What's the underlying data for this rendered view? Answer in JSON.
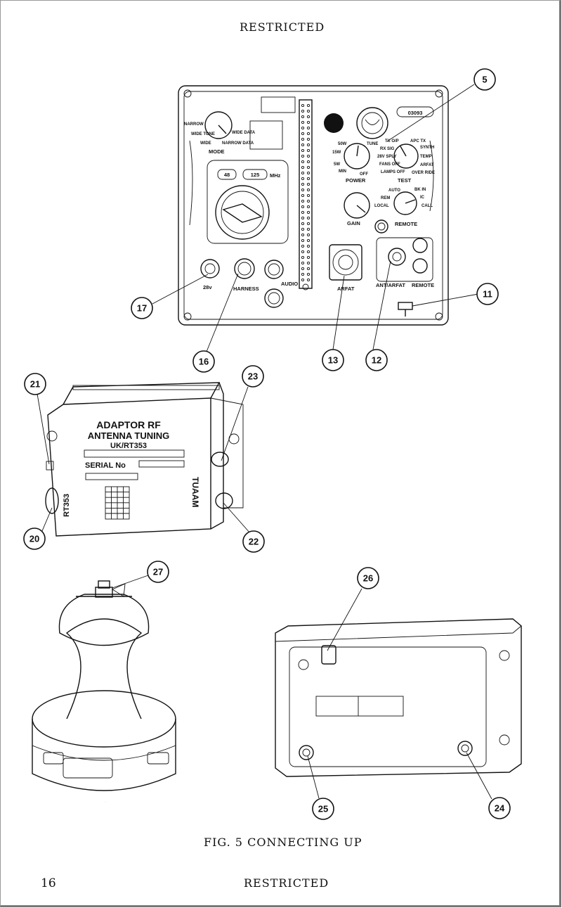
{
  "header": {
    "classification": "RESTRICTED"
  },
  "footer": {
    "page_number": "16",
    "classification": "RESTRICTED"
  },
  "figure": {
    "caption": "FIG. 5  CONNECTING UP",
    "panel": {
      "serial_plate": "03093",
      "mode_label": "MODE",
      "mode_positions": [
        "NARROW",
        "WIDE TONE",
        "WIDE",
        "WIDE DATA",
        "NARROW DATA"
      ],
      "freq_digits_a": "48",
      "freq_digits_b": "125",
      "freq_unit": "MHz",
      "power_label": "POWER",
      "power_positions": [
        "50W",
        "15W",
        "5W",
        "MIN",
        "OFF",
        "TUNE"
      ],
      "test_label": "TEST",
      "test_positions": [
        "TX O/P",
        "APC TX",
        "RX SIG",
        "SYNTH",
        "28V SPLY",
        "TEMP",
        "FANS OFF",
        "ARFAT",
        "LAMPS OFF",
        "OVER RIDE"
      ],
      "gain_label": "GAIN",
      "remote_label": "REMOTE",
      "remote_positions": [
        "AUTO",
        "BK IN",
        "REM",
        "IC",
        "LOCAL",
        "CALL"
      ],
      "power_connector_label": "28v",
      "harness_label": "HARNESS",
      "audio_label": "AUDIO",
      "arfat_label": "ARFAT",
      "ant_arfat_label": "ANT/ARFAT",
      "remote_socket_label": "REMOTE"
    },
    "adaptor": {
      "title_line1": "ADAPTOR RF",
      "title_line2": "ANTENNA TUNING",
      "model": "UK/RT353",
      "serial_label": "SERIAL No",
      "side_left": "RT353",
      "side_right": "TUAAM"
    },
    "callouts": {
      "c5": "5",
      "c11": "11",
      "c12": "12",
      "c13": "13",
      "c16": "16",
      "c17": "17",
      "c20": "20",
      "c21": "21",
      "c22": "22",
      "c23": "23",
      "c24": "24",
      "c25": "25",
      "c26": "26",
      "c27": "27"
    }
  }
}
